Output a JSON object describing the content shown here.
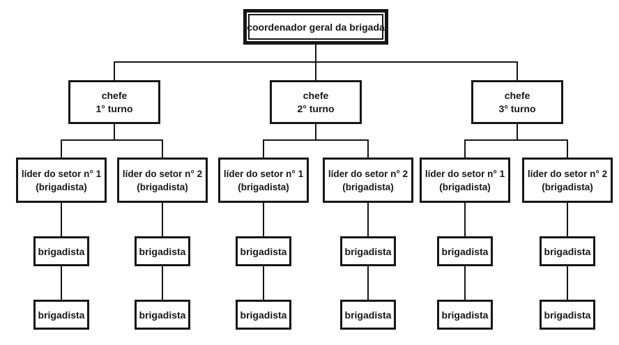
{
  "org": {
    "root": "coordenador geral da brigada",
    "turnos": [
      {
        "chefe_line1": "chefe",
        "chefe_line2": "1° turno",
        "setores": [
          {
            "lider_line1": "líder do setor n° 1",
            "lider_line2": "(brigadista)",
            "members": [
              "brigadista",
              "brigadista"
            ]
          },
          {
            "lider_line1": "líder do setor n° 2",
            "lider_line2": "(brigadista)",
            "members": [
              "brigadista",
              "brigadista"
            ]
          }
        ]
      },
      {
        "chefe_line1": "chefe",
        "chefe_line2": "2° turno",
        "setores": [
          {
            "lider_line1": "líder do setor n° 1",
            "lider_line2": "(brigadista)",
            "members": [
              "brigadista",
              "brigadista"
            ]
          },
          {
            "lider_line1": "líder do setor n° 2",
            "lider_line2": "(brigadista)",
            "members": [
              "brigadista",
              "brigadista"
            ]
          }
        ]
      },
      {
        "chefe_line1": "chefe",
        "chefe_line2": "3° turno",
        "setores": [
          {
            "lider_line1": "líder do setor n° 1",
            "lider_line2": "(brigadista)",
            "members": [
              "brigadista",
              "brigadista"
            ]
          },
          {
            "lider_line1": "líder do setor n° 2",
            "lider_line2": "(brigadista)",
            "members": [
              "brigadista",
              "brigadista"
            ]
          }
        ]
      }
    ],
    "colors": {
      "line": "#161616",
      "background": "#ffffff"
    }
  }
}
